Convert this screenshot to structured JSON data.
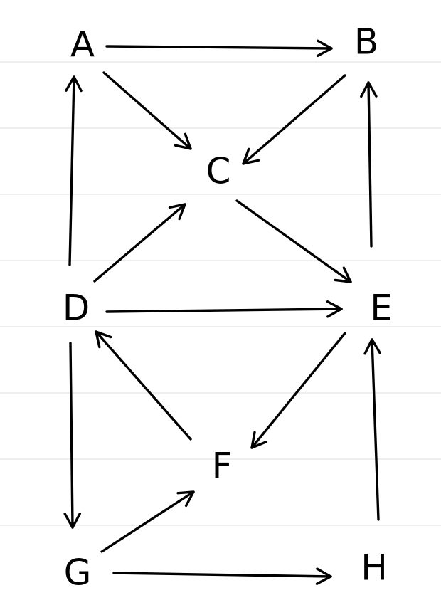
{
  "nodes": [
    {
      "id": "A",
      "label": "A"
    },
    {
      "id": "B",
      "label": "B"
    },
    {
      "id": "C",
      "label": "C"
    },
    {
      "id": "D",
      "label": "D"
    },
    {
      "id": "E",
      "label": "E"
    },
    {
      "id": "F",
      "label": "F"
    },
    {
      "id": "G",
      "label": "G"
    },
    {
      "id": "H",
      "label": "H"
    }
  ],
  "edges": [
    {
      "from": "A",
      "to": "B"
    },
    {
      "from": "A",
      "to": "C"
    },
    {
      "from": "B",
      "to": "C"
    },
    {
      "from": "C",
      "to": "E"
    },
    {
      "from": "D",
      "to": "A"
    },
    {
      "from": "D",
      "to": "C"
    },
    {
      "from": "D",
      "to": "E"
    },
    {
      "from": "D",
      "to": "G"
    },
    {
      "from": "E",
      "to": "B"
    },
    {
      "from": "E",
      "to": "F"
    },
    {
      "from": "F",
      "to": "D"
    },
    {
      "from": "G",
      "to": "F"
    },
    {
      "from": "G",
      "to": "H"
    },
    {
      "from": "H",
      "to": "E"
    }
  ],
  "colors": {
    "ink": "#000000",
    "ruled_lines": "#dcdcdc",
    "background": "#ffffff"
  }
}
